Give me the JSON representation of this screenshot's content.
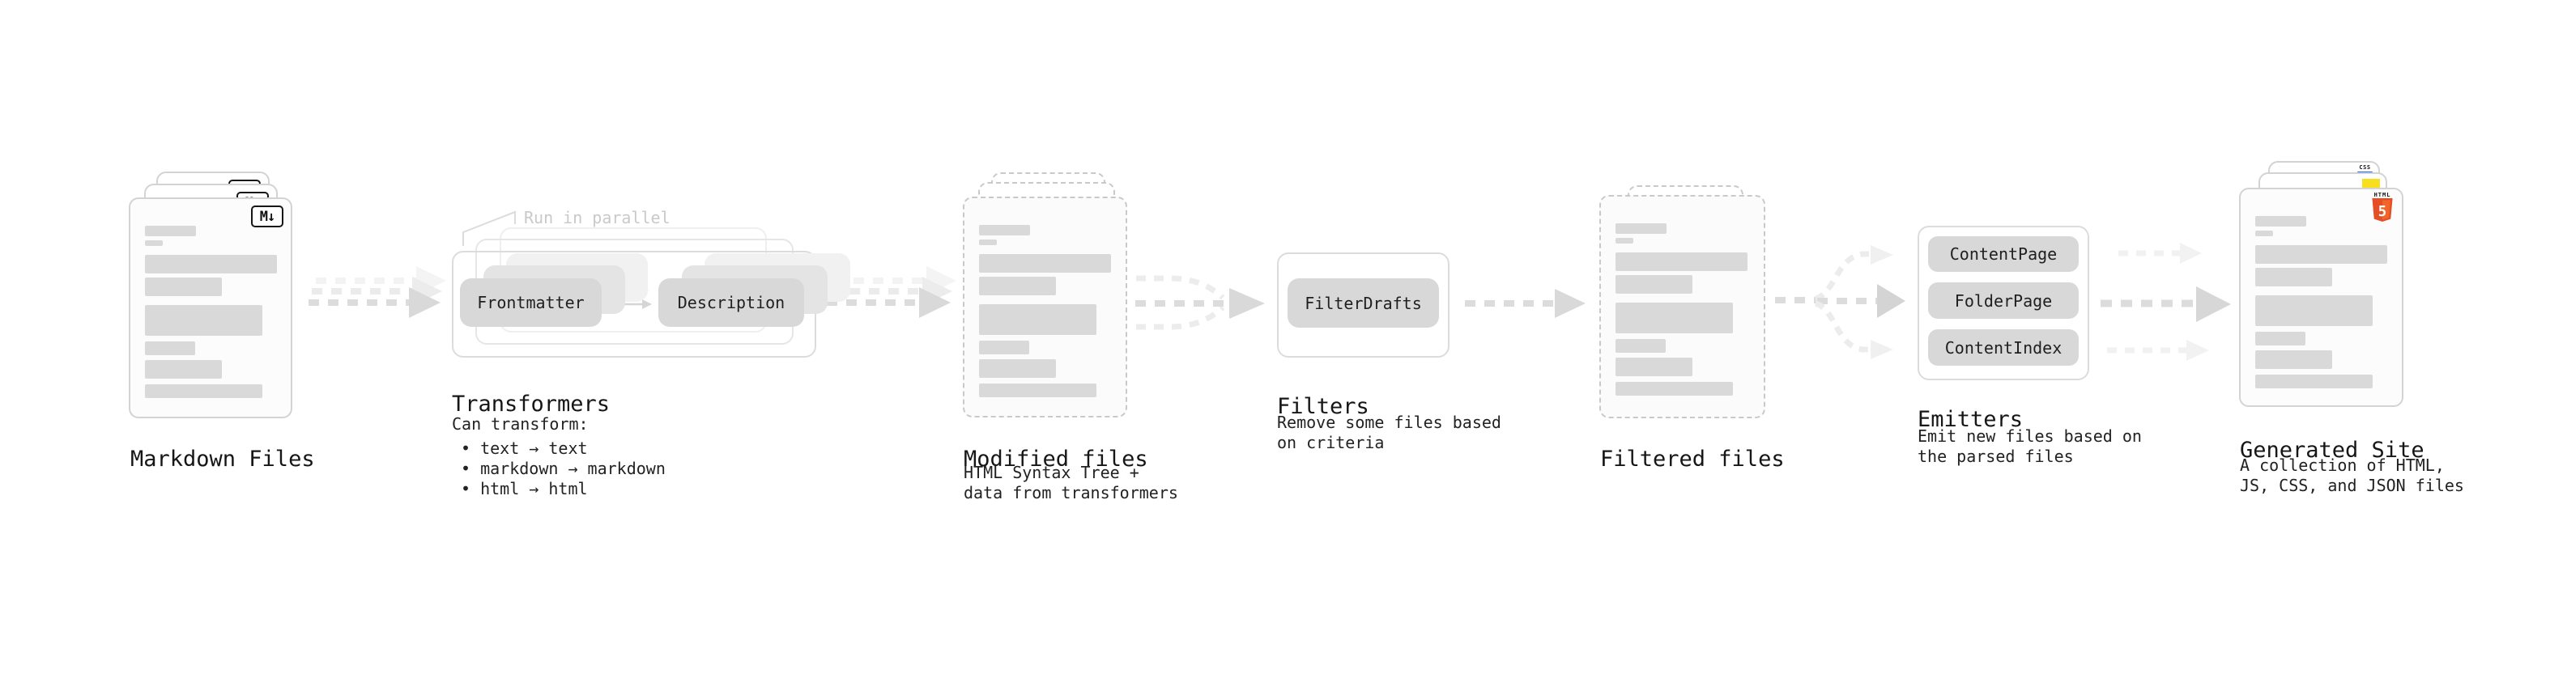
{
  "stages": {
    "markdown_files": {
      "label": "Markdown Files",
      "file_badge": "M↓"
    },
    "transformers": {
      "label": "Transformers",
      "annotation": "Run in parallel",
      "pills": [
        "Frontmatter",
        "Description"
      ],
      "note_title": "Can transform:",
      "bullets": [
        "• text → text",
        "• markdown → markdown",
        "• html → html"
      ]
    },
    "modified_files": {
      "label": "Modified files",
      "note_lines": [
        "HTML Syntax Tree +",
        "data from transformers"
      ]
    },
    "filters": {
      "label": "Filters",
      "pills": [
        "FilterDrafts"
      ],
      "note_lines": [
        "Remove some files based",
        "on criteria"
      ]
    },
    "filtered_files": {
      "label": "Filtered files"
    },
    "emitters": {
      "label": "Emitters",
      "pills": [
        "ContentPage",
        "FolderPage",
        "ContentIndex"
      ],
      "note_lines": [
        "Emit new files based on",
        "the parsed files"
      ]
    },
    "generated_site": {
      "label": "Generated Site",
      "note_lines": [
        "A collection of HTML,",
        "JS, CSS, and JSON files"
      ],
      "badges": {
        "html_label": "HTML",
        "html_number": "5",
        "css_label": "CSS"
      }
    }
  },
  "colors": {
    "html5_orange": "#e44d26",
    "html5_orange_light": "#f16529",
    "js_yellow": "#f7df1e",
    "css_blue": "#2965f1"
  }
}
